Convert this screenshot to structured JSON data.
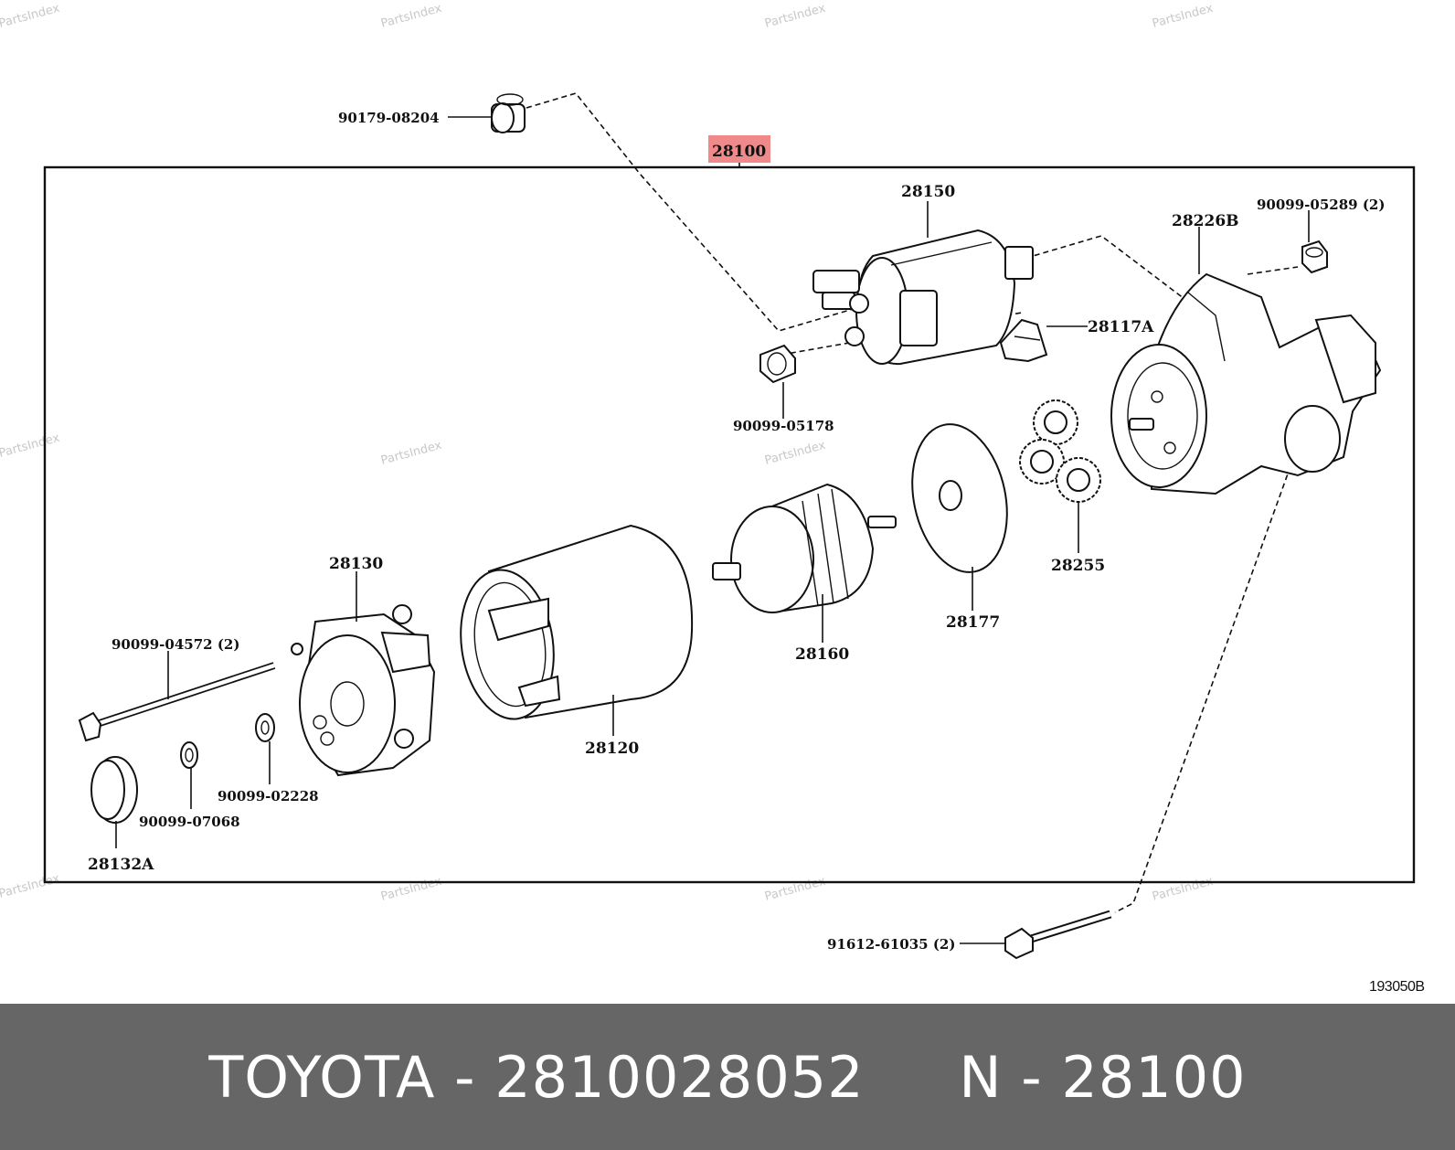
{
  "watermark": "PartsIndex",
  "drawing_id": "193050B",
  "assembly": {
    "number": "28100",
    "highlight_color": "#f08a8a"
  },
  "parts": {
    "p90179_08204": "90179-08204",
    "p28150": "28150",
    "p90099_05289": "90099-05289 (2)",
    "p28226b": "28226B",
    "p28117a": "28117A",
    "p90099_05178": "90099-05178",
    "p28255": "28255",
    "p28177": "28177",
    "p28160": "28160",
    "p28120": "28120",
    "p28130": "28130",
    "p90099_04572": "90099-04572 (2)",
    "p90099_02228": "90099-02228",
    "p90099_07068": "90099-07068",
    "p28132a": "28132A",
    "p91612_61035": "91612-61035 (2)"
  },
  "footer": {
    "text": "TOYOTA - 2810028052     N - 28100",
    "background": "#666666",
    "color": "#ffffff"
  }
}
